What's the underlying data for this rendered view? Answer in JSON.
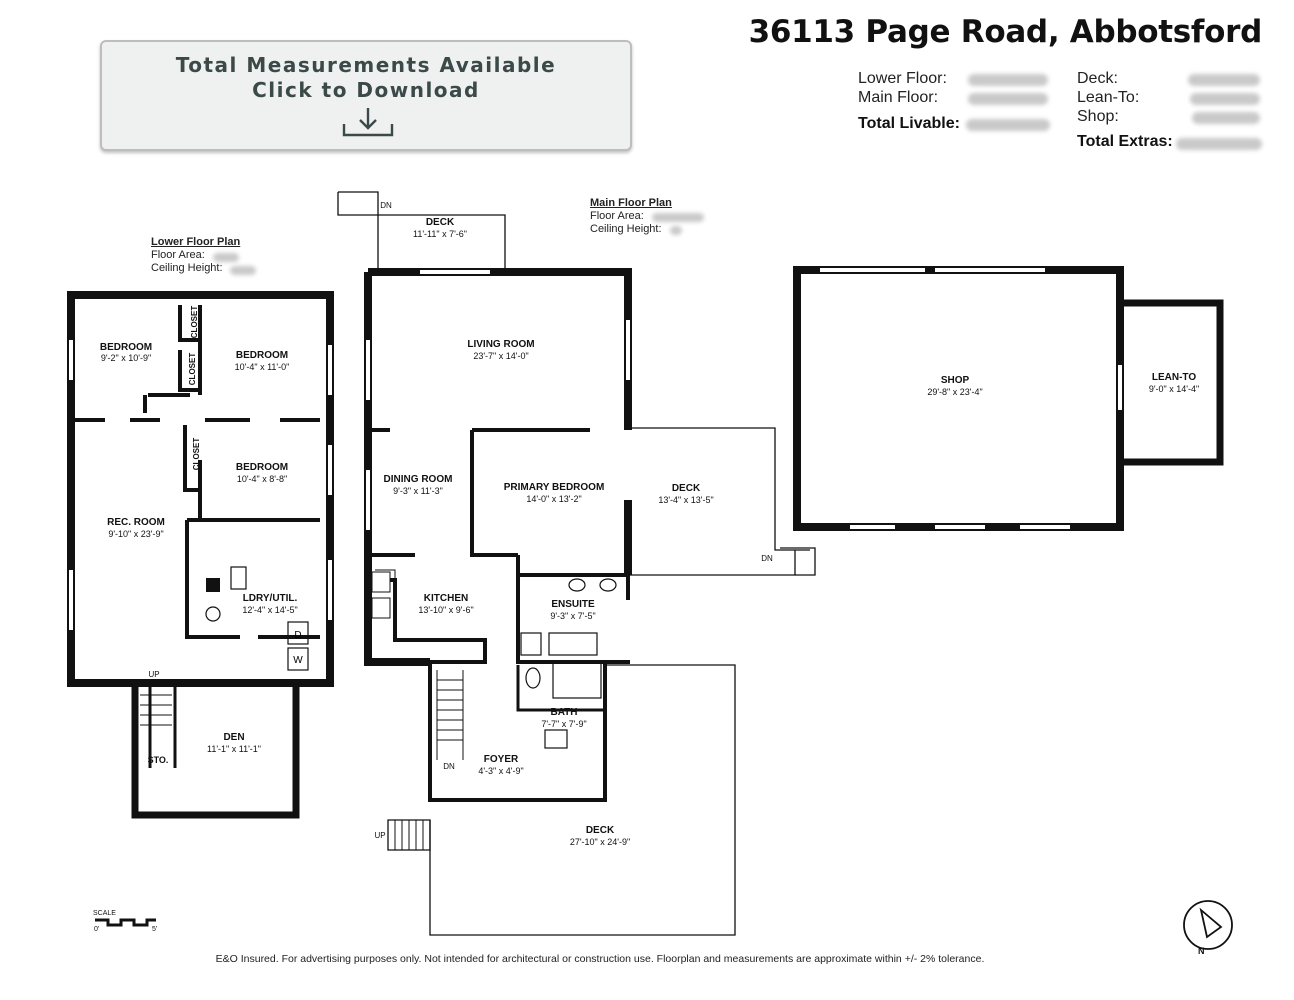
{
  "download": {
    "line1": "Total Measurements Available",
    "line2": "Click to Download"
  },
  "title": "36113 Page Road, Abbotsford",
  "summary": {
    "lower_floor": "Lower Floor:",
    "main_floor": "Main Floor:",
    "total_livable": "Total Livable:",
    "deck": "Deck:",
    "lean_to": "Lean-To:",
    "shop": "Shop:",
    "total_extras": "Total Extras:"
  },
  "lower_floor_plan": {
    "heading": "Lower Floor Plan",
    "area": "Floor Area:",
    "ceiling": "Ceiling Height:"
  },
  "main_floor_plan": {
    "heading": "Main Floor Plan",
    "area": "Floor Area:",
    "ceiling": "Ceiling Height:"
  },
  "rooms": {
    "bedroom1": {
      "name": "BEDROOM",
      "dim": "9'-2\" x 10'-9\""
    },
    "bedroom2": {
      "name": "BEDROOM",
      "dim": "10'-4\" x 11'-0\""
    },
    "bedroom3": {
      "name": "BEDROOM",
      "dim": "10'-4\" x  8'-8\""
    },
    "rec_room": {
      "name": "REC. ROOM",
      "dim": "9'-10\" x 23'-9\""
    },
    "laundry": {
      "name": "LDRY/UTIL.",
      "dim": "12'-4\" x 14'-5\""
    },
    "den": {
      "name": "DEN",
      "dim": "11'-1\" x 11'-1\""
    },
    "sto": {
      "name": "STO."
    },
    "closet": {
      "name": "CLOSET"
    },
    "deck_top": {
      "name": "DECK",
      "dim": "11'-11\" x  7'-6\""
    },
    "living": {
      "name": "LIVING ROOM",
      "dim": "23'-7\" x 14'-0\""
    },
    "dining": {
      "name": "DINING ROOM",
      "dim": "9'-3\" x 11'-3\""
    },
    "primary": {
      "name": "PRIMARY BEDROOM",
      "dim": "14'-0\" x 13'-2\""
    },
    "deck_right": {
      "name": "DECK",
      "dim": "13'-4\" x 13'-5\""
    },
    "kitchen": {
      "name": "KITCHEN",
      "dim": "13'-10\" x  9'-6\""
    },
    "ensuite": {
      "name": "ENSUITE",
      "dim": "9'-3\" x 7'-5\""
    },
    "bath": {
      "name": "BATH",
      "dim": "7'-7\" x 7'-9\""
    },
    "foyer": {
      "name": "FOYER",
      "dim": "4'-3\" x 4'-9\""
    },
    "deck_bottom": {
      "name": "DECK",
      "dim": "27'-10\" x 24'-9\""
    },
    "shop": {
      "name": "SHOP",
      "dim": "29'-8\" x 23'-4\""
    },
    "lean_to": {
      "name": "LEAN-TO",
      "dim": "9'-0\" x 14'-4\""
    }
  },
  "stairs": {
    "up": "UP",
    "dn": "DN"
  },
  "appliances": {
    "washer": "W",
    "dryer": "D"
  },
  "scale": {
    "label": "SCALE",
    "zero": "0'",
    "five": "5'"
  },
  "compass": "N",
  "disclaimer": "E&O Insured. For advertising purposes only. Not intended for architectural or construction use. Floorplan and measurements are approximate within +/- 2% tolerance.",
  "colors": {
    "wall": "#111111",
    "button_bg": "#eef1ef",
    "button_text": "#3b4a48"
  }
}
